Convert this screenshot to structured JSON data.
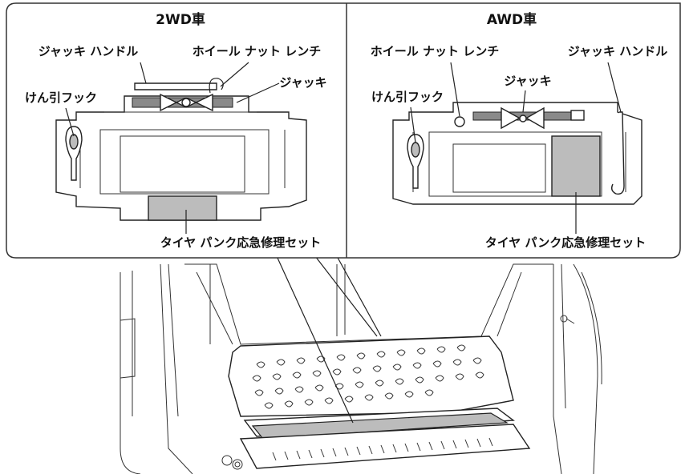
{
  "panels": {
    "left": {
      "title": "2WD車",
      "labels": {
        "jack_handle": "ジャッキ ハンドル",
        "wheel_nut_wrench": "ホイール ナット レンチ",
        "jack": "ジャッキ",
        "tow_hook": "けん引フック",
        "repair_kit": "タイヤ パンク応急修理セット"
      }
    },
    "right": {
      "title": "AWD車",
      "labels": {
        "wheel_nut_wrench": "ホイール ナット レンチ",
        "jack_handle": "ジャッキ ハンドル",
        "jack": "ジャッキ",
        "tow_hook": "けん引フック",
        "repair_kit": "タイヤ パンク応急修理セット"
      }
    }
  },
  "colors": {
    "line": "#222222",
    "kit_fill": "#bcbcbc",
    "frame": "#333333"
  }
}
